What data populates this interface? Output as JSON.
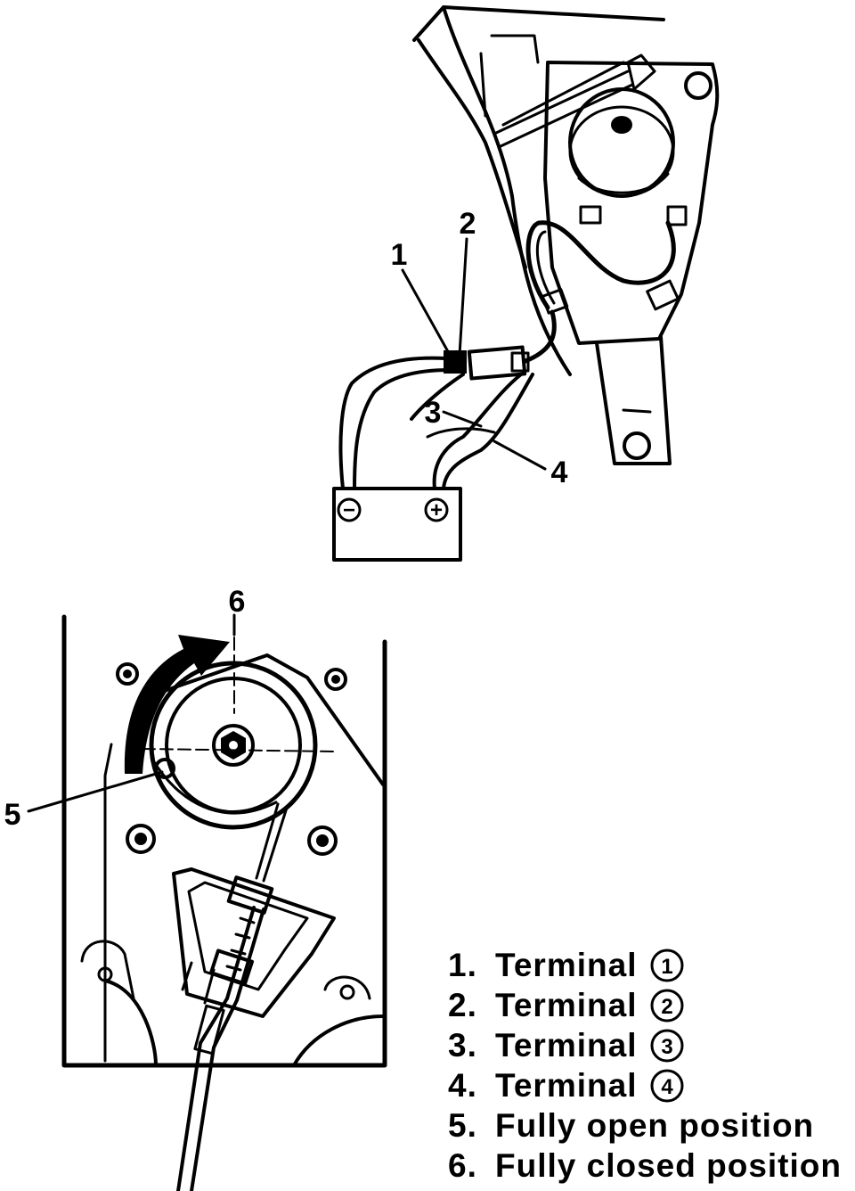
{
  "callouts": {
    "c1": "1",
    "c2": "2",
    "c3": "3",
    "c4": "4",
    "c5": "5",
    "c6": "6"
  },
  "battery": {
    "negative_symbol": "−",
    "positive_symbol": "+"
  },
  "legend": [
    {
      "number": "1.",
      "label": "Terminal",
      "terminal": "1"
    },
    {
      "number": "2.",
      "label": "Terminal",
      "terminal": "2"
    },
    {
      "number": "3.",
      "label": "Terminal",
      "terminal": "3"
    },
    {
      "number": "4.",
      "label": "Terminal",
      "terminal": "4"
    },
    {
      "number": "5.",
      "label": "Fully open position"
    },
    {
      "number": "6.",
      "label": "Fully closed position"
    }
  ]
}
